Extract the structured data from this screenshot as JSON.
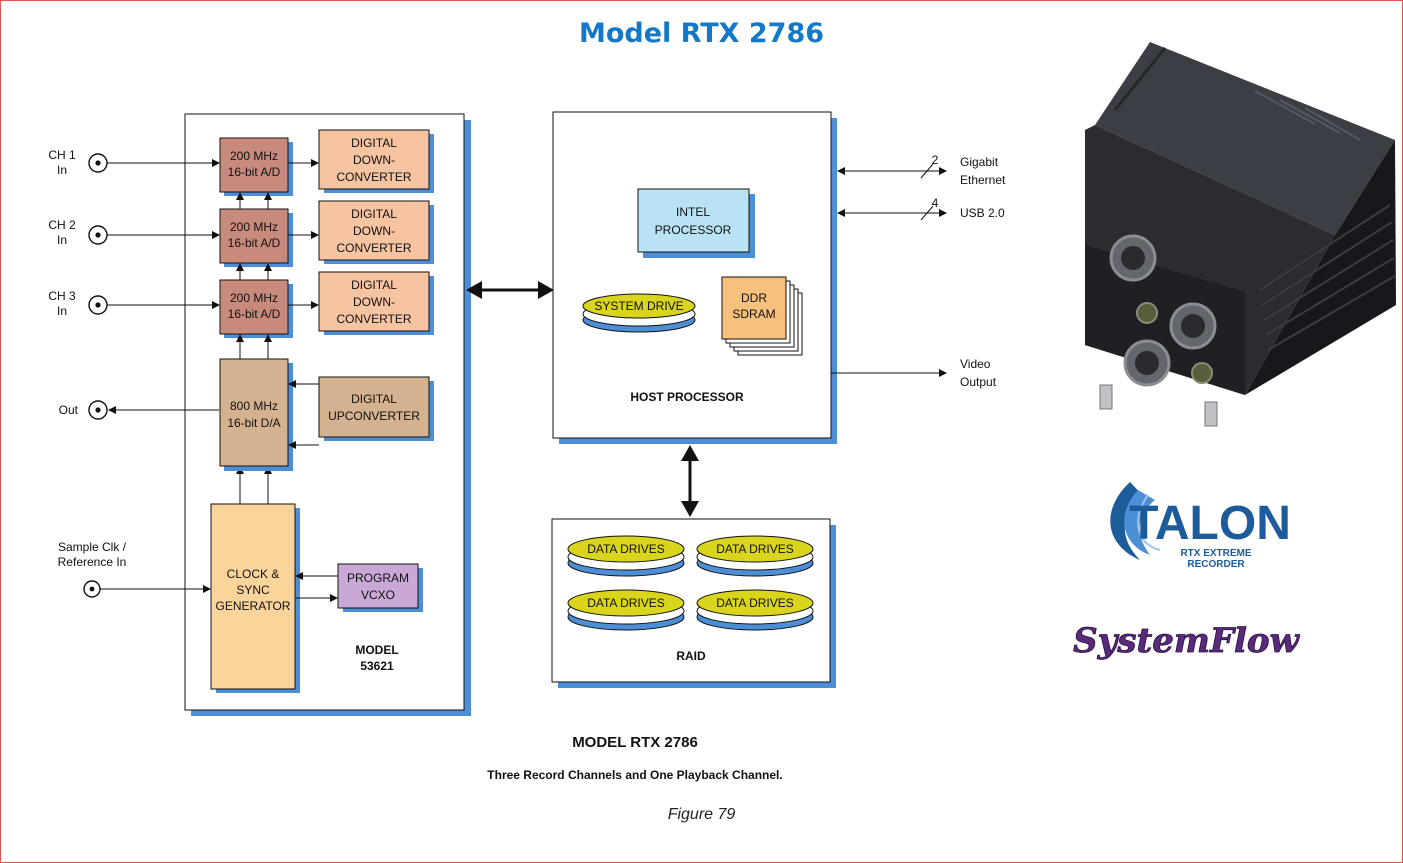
{
  "title": "Model RTX 2786",
  "inputs": {
    "ch1": [
      "CH 1",
      "In"
    ],
    "ch2": [
      "CH 2",
      "In"
    ],
    "ch3": [
      "CH 3",
      "In"
    ],
    "out": "Out",
    "clk": [
      "Sample Clk /",
      "Reference In"
    ]
  },
  "adc_label": [
    "200 MHz",
    "16-bit A/D"
  ],
  "ddc_label": [
    "DIGITAL",
    "DOWN-",
    "CONVERTER"
  ],
  "dac_label": [
    "800 MHz",
    "16-bit D/A"
  ],
  "duc_label": [
    "DIGITAL",
    "UPCONVERTER"
  ],
  "clock_label": [
    "CLOCK &",
    "SYNC",
    "GENERATOR"
  ],
  "vcxo_label": [
    "PROGRAM",
    "VCXO"
  ],
  "model_board": [
    "MODEL",
    "53621"
  ],
  "host": {
    "intel": [
      "INTEL",
      "PROCESSOR"
    ],
    "system_drive": "SYSTEM DRIVE",
    "ddr": [
      "DDR",
      "SDRAM"
    ],
    "label": "HOST PROCESSOR"
  },
  "io": {
    "gige_count": "2",
    "gige_label": [
      "Gigabit",
      "Ethernet"
    ],
    "usb_count": "4",
    "usb_label": "USB 2.0",
    "video_label": [
      "Video",
      "Output"
    ]
  },
  "raid": {
    "drive_label": "DATA DRIVES",
    "label": "RAID"
  },
  "logos": {
    "talon": "TALON",
    "talon_sub": [
      "RTX EXTREME",
      "RECORDER"
    ],
    "systemflow": "SystemFlow"
  },
  "caption_title": "MODEL RTX 2786",
  "caption_sub": "Three Record Channels and One Playback Channel.",
  "figure_label": "Figure 79",
  "colors": {
    "title": "#1478c8",
    "shadow": "#4d8fd6",
    "adc": "#c98a7e",
    "ddc": "#f7c4a2",
    "dac": "#d4b28f",
    "clock": "#fad49a",
    "vcxo": "#c9a8d6",
    "intel": "#b9e3f4",
    "ddr": "#f7c07c",
    "drive": "#d9d41c",
    "frame": "#e0554d"
  }
}
